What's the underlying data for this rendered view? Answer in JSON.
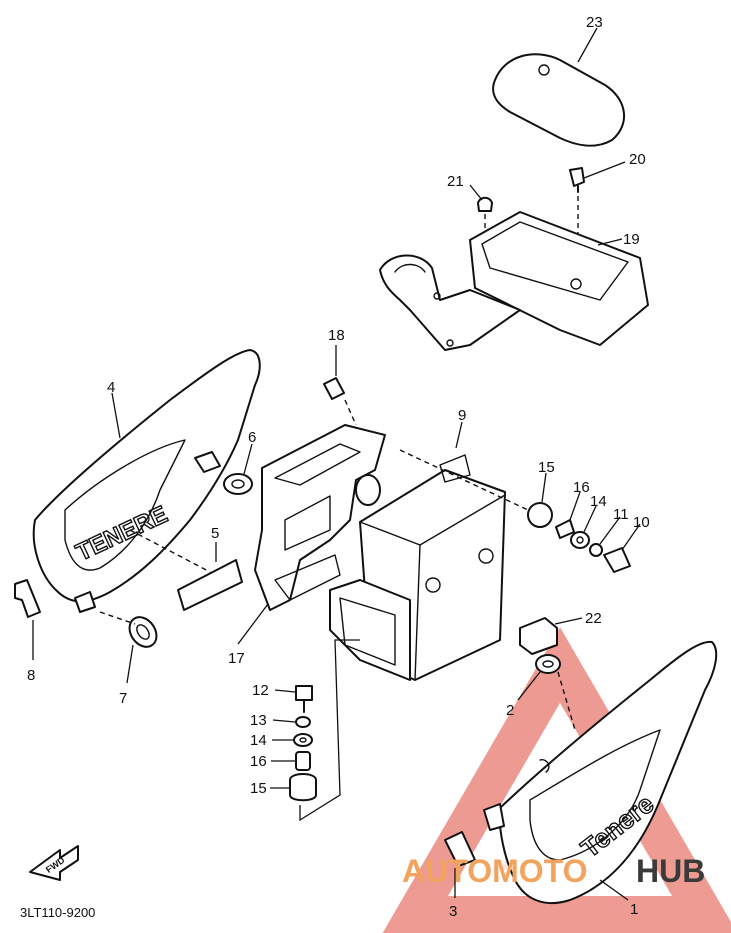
{
  "diagram_code": "3LT110-9200",
  "fwd_label": "FWD",
  "watermark": {
    "part1": "AUTOMOTO",
    "part2": "HUB",
    "color_main": "#f2a35e",
    "color_accent": "#e0483a",
    "color_dark": "#3a3a3a"
  },
  "decal_text": {
    "left_cover": "TENERE",
    "right_cover": "Tenere"
  },
  "callouts": [
    "23",
    "20",
    "21",
    "19",
    "18",
    "4",
    "6",
    "9",
    "15",
    "16",
    "14",
    "11",
    "10",
    "5",
    "8",
    "7",
    "17",
    "22",
    "12",
    "13",
    "14",
    "16",
    "15",
    "2",
    "3",
    "1"
  ]
}
